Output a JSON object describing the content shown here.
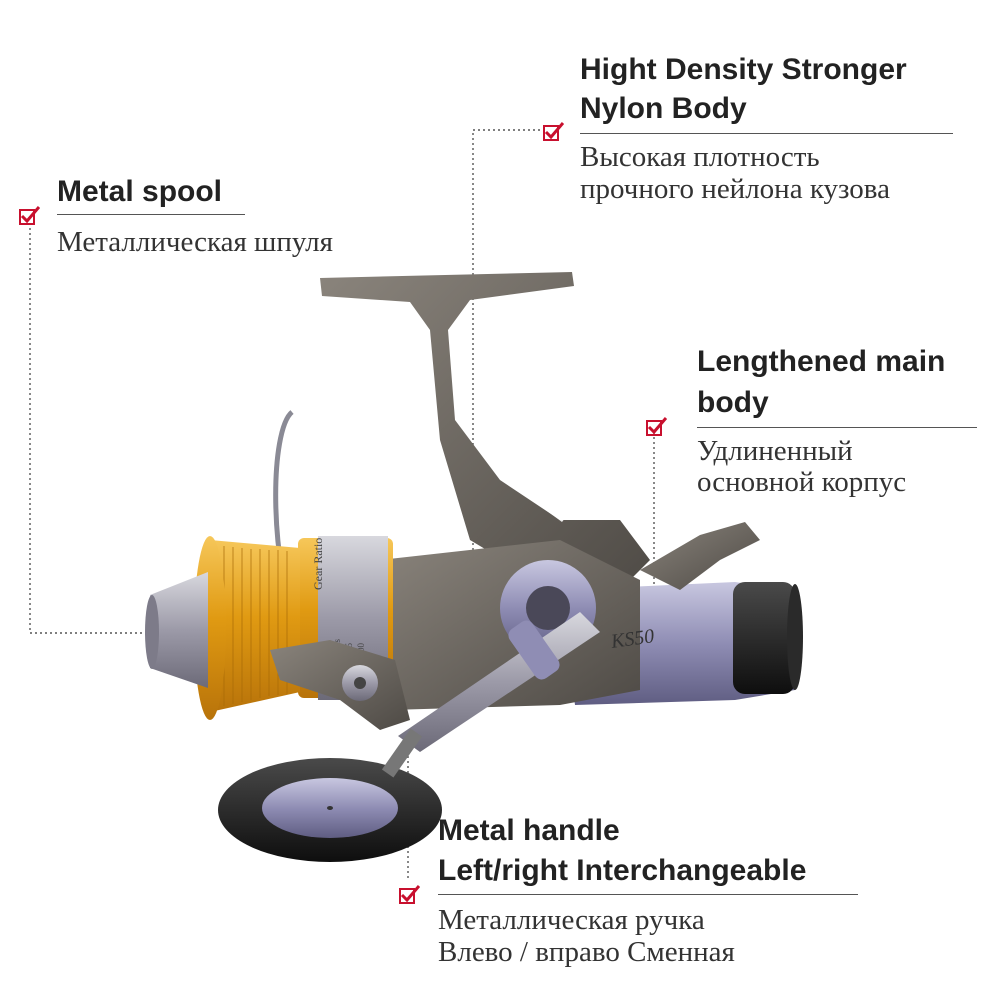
{
  "callouts": {
    "spool": {
      "title": "Metal spool",
      "subtitle": "Металлическая шпуля"
    },
    "body": {
      "title_line1": "Hight Density Stronger",
      "title_line2": "Nylon Body",
      "subtitle_line1": "Высокая плотность",
      "subtitle_line2": "прочного нейлона кузова"
    },
    "main_body": {
      "title_line1": "Lengthened main",
      "title_line2": "body",
      "subtitle_line1": "Удлиненный",
      "subtitle_line2": "основной корпус"
    },
    "handle": {
      "title_line1": "Metal handle",
      "title_line2": "Left/right Interchangeable",
      "subtitle_line1": "Металлическая ручка",
      "subtitle_line2": "Влево / вправо Сменная"
    }
  },
  "reel": {
    "model_label": "KS50",
    "spool_text": "Gear Ratio",
    "spool_spec_1": "mm/yds",
    "spool_spec_2": "30/215",
    "spool_spec_3": "40/200"
  },
  "colors": {
    "check_red": "#c8102e",
    "spool_gold": "#e3a21a",
    "frame_gunmetal": "#6b6660",
    "body_lavender": "#a7a6c8",
    "knob_black": "#1e1e1e"
  },
  "icons": [
    "checkmark-icon"
  ]
}
